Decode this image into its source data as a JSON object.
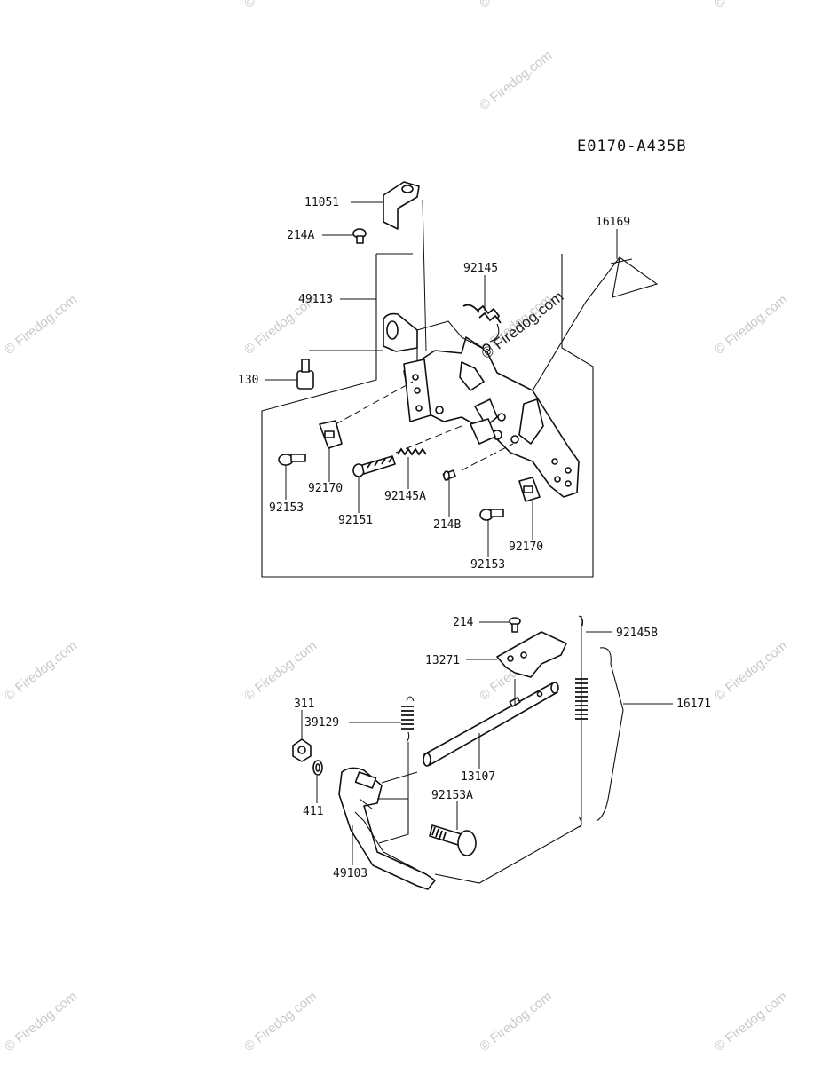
{
  "diagram_code": "E0170-A435B",
  "watermark_center": "© Firedog.com",
  "watermark_tile": "© Firedog.com",
  "parts": [
    {
      "id": "p11051",
      "label": "11051"
    },
    {
      "id": "p214A",
      "label": "214A"
    },
    {
      "id": "p16169",
      "label": "16169"
    },
    {
      "id": "p92145",
      "label": "92145"
    },
    {
      "id": "p49113",
      "label": "49113"
    },
    {
      "id": "p130",
      "label": "130"
    },
    {
      "id": "p92153a",
      "label": "92153"
    },
    {
      "id": "p92170a",
      "label": "92170"
    },
    {
      "id": "p92151",
      "label": "92151"
    },
    {
      "id": "p92145A",
      "label": "92145A"
    },
    {
      "id": "p214B",
      "label": "214B"
    },
    {
      "id": "p92170b",
      "label": "92170"
    },
    {
      "id": "p92153b",
      "label": "92153"
    },
    {
      "id": "p214",
      "label": "214"
    },
    {
      "id": "p92145B",
      "label": "92145B"
    },
    {
      "id": "p13271",
      "label": "13271"
    },
    {
      "id": "p16171",
      "label": "16171"
    },
    {
      "id": "p311",
      "label": "311"
    },
    {
      "id": "p39129",
      "label": "39129"
    },
    {
      "id": "p13107",
      "label": "13107"
    },
    {
      "id": "p92153A",
      "label": "92153A"
    },
    {
      "id": "p411",
      "label": "411"
    },
    {
      "id": "p49103",
      "label": "49103"
    }
  ]
}
